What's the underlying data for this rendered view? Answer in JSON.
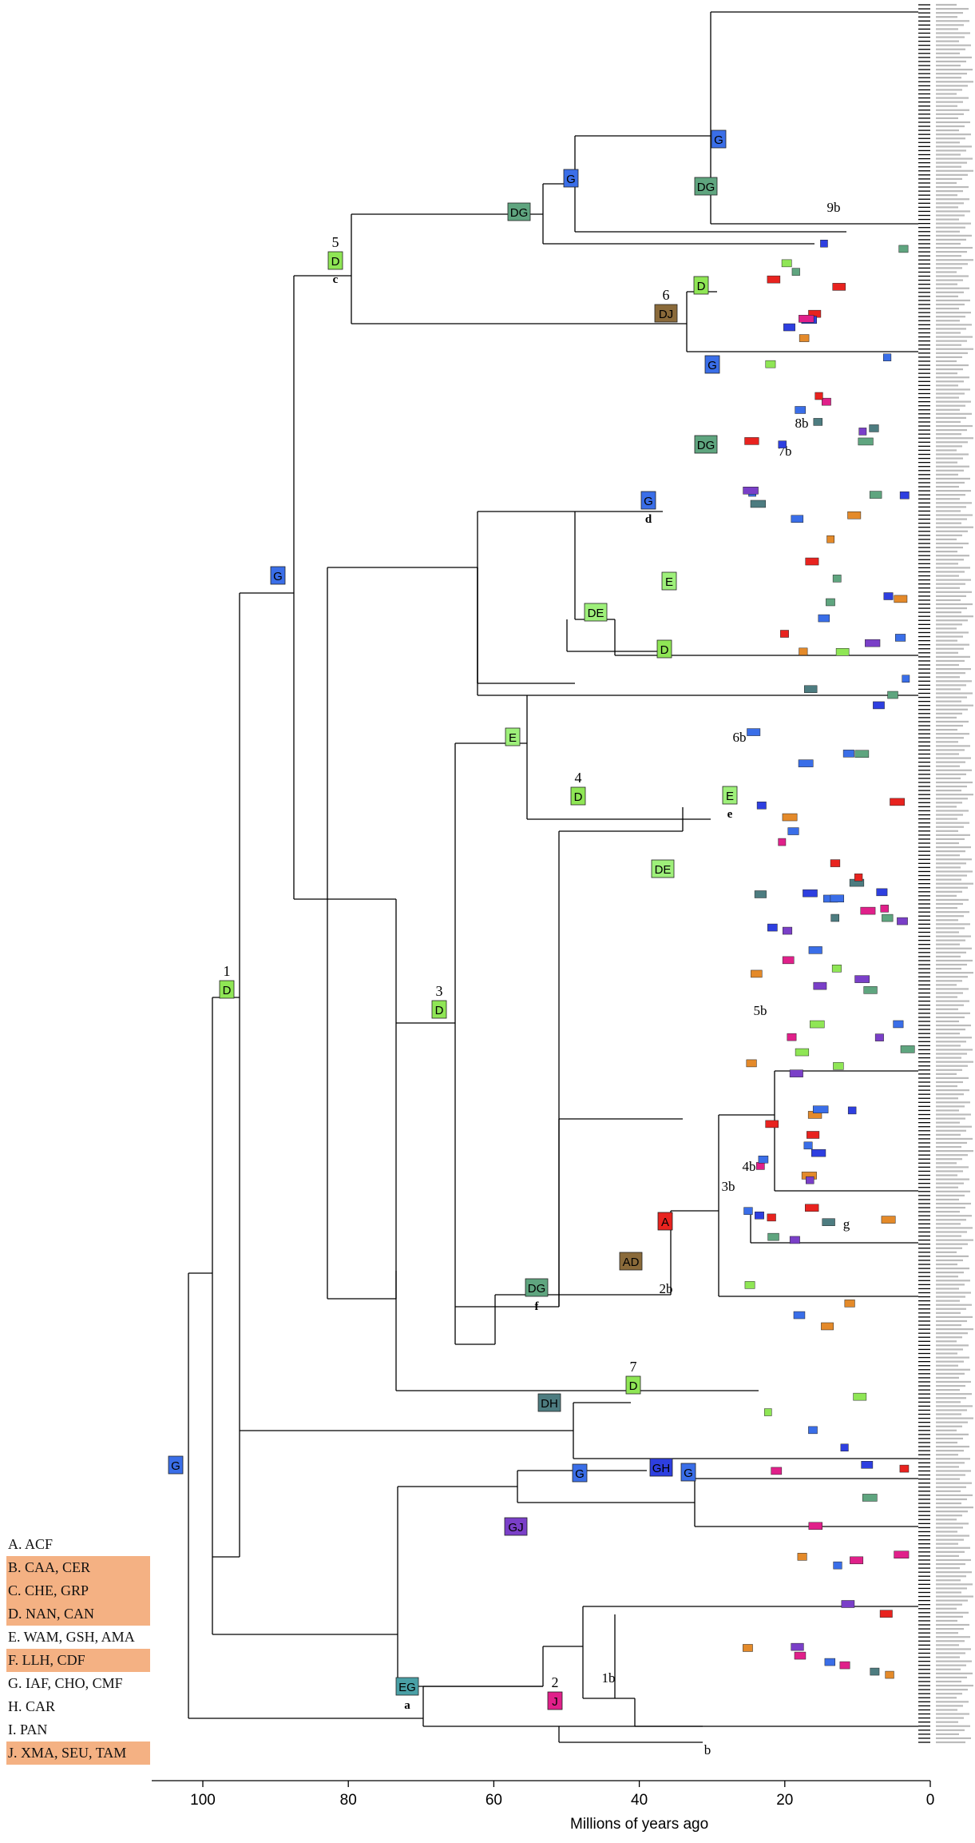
{
  "legend": [
    {
      "text": "A. ACF",
      "highlight": false
    },
    {
      "text": "B. CAA, CER",
      "highlight": true
    },
    {
      "text": "C. CHE, GRP",
      "highlight": true
    },
    {
      "text": "D. NAN, CAN",
      "highlight": true
    },
    {
      "text": "E. WAM, GSH, AMA",
      "highlight": false
    },
    {
      "text": "F. LLH, CDF",
      "highlight": true
    },
    {
      "text": "G. IAF, CHO, CMF",
      "highlight": false
    },
    {
      "text": "H. CAR",
      "highlight": false
    },
    {
      "text": "I. PAN",
      "highlight": false
    },
    {
      "text": "J. XMA, SEU, TAM",
      "highlight": true
    }
  ],
  "axis": {
    "title": "Millions of years ago",
    "ticks": [
      "100",
      "80",
      "60",
      "40",
      "20",
      "0"
    ]
  },
  "colors": {
    "A": "#e8231f",
    "D": "#8fe655",
    "E": "#9ef07a",
    "G": "#3a6ee8",
    "DG": "#5fa57f",
    "DJ": "#8a6a3a",
    "AD": "#8a6a3a",
    "DE": "#9ef07a",
    "GH": "#2e3fe0",
    "GJ": "#7a3fc8",
    "DH": "#4d7c80",
    "EG": "#4aa0a6",
    "J": "#e0208a",
    "B": "#e48a2a",
    "C": "#e8e84a"
  },
  "nodes": [
    {
      "label": "G",
      "color": "G"
    },
    {
      "label": "D",
      "color": "D",
      "num": "1"
    },
    {
      "label": "G",
      "color": "G"
    },
    {
      "label": "D",
      "color": "D",
      "num": "5",
      "letter": "c"
    },
    {
      "label": "DG",
      "color": "DG"
    },
    {
      "label": "G",
      "color": "G"
    },
    {
      "label": "G",
      "color": "G"
    },
    {
      "label": "DG",
      "color": "DG"
    },
    {
      "label": "DJ",
      "color": "DJ",
      "num": "6"
    },
    {
      "label": "D",
      "color": "D"
    },
    {
      "label": "G",
      "color": "G"
    },
    {
      "label": "DG",
      "color": "DG"
    },
    {
      "label": "G",
      "color": "G",
      "letter": "d"
    },
    {
      "label": "DE",
      "color": "DE"
    },
    {
      "label": "E",
      "color": "E"
    },
    {
      "label": "D",
      "color": "D"
    },
    {
      "label": "E",
      "color": "E"
    },
    {
      "label": "D",
      "color": "D",
      "num": "4"
    },
    {
      "label": "DE",
      "color": "DE"
    },
    {
      "label": "E",
      "color": "E",
      "letter": "e"
    },
    {
      "label": "D",
      "color": "D",
      "num": "3"
    },
    {
      "label": "DG",
      "color": "DG",
      "letter": "f"
    },
    {
      "label": "AD",
      "color": "AD"
    },
    {
      "label": "A",
      "color": "A"
    },
    {
      "label": "DH",
      "color": "DH"
    },
    {
      "label": "D",
      "color": "D",
      "num": "7"
    },
    {
      "label": "GH",
      "color": "GH"
    },
    {
      "label": "G",
      "color": "G"
    },
    {
      "label": "GJ",
      "color": "GJ"
    },
    {
      "label": "G",
      "color": "G"
    },
    {
      "label": "EG",
      "color": "EG",
      "letter": "a"
    },
    {
      "label": "J",
      "color": "J",
      "num": "2"
    }
  ],
  "secondary_labels": [
    "9b",
    "8b",
    "7b",
    "6b",
    "5b",
    "4b",
    "3b",
    "2b",
    "1b",
    "b",
    "g"
  ]
}
